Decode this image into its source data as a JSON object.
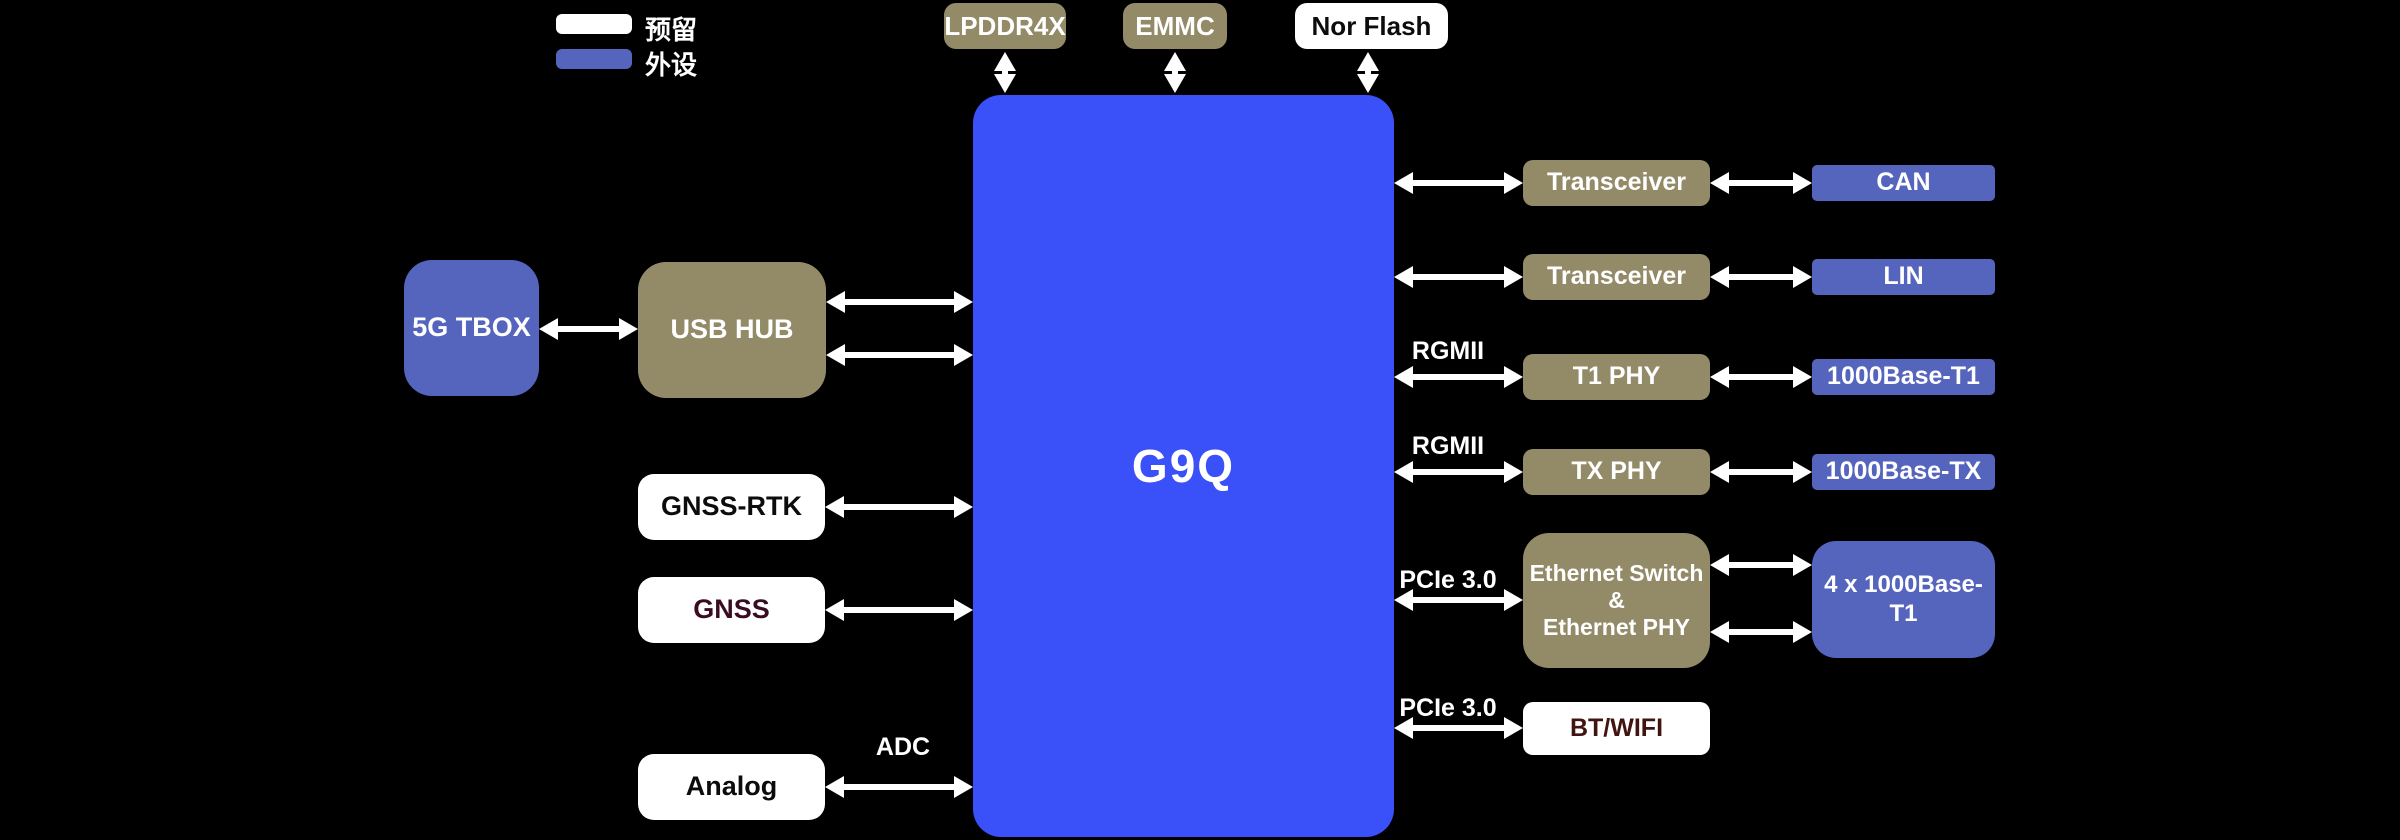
{
  "legend": {
    "reserved": "预留",
    "peripheral": "外设"
  },
  "soc": {
    "label": "G9Q"
  },
  "memory": {
    "lpddr4x": "LPDDR4X",
    "emmc": "EMMC",
    "nor_flash": "Nor Flash"
  },
  "left": {
    "tbox": "5G TBOX",
    "usb_hub": "USB HUB",
    "gnss_rtk": "GNSS-RTK",
    "gnss": "GNSS",
    "analog": "Analog",
    "adc_bus": "ADC"
  },
  "right": {
    "can_transceiver": "Transceiver",
    "can": "CAN",
    "lin_transceiver": "Transceiver",
    "lin": "LIN",
    "rgmii_t1": "RGMII",
    "t1_phy": "T1 PHY",
    "base_t1": "1000Base-T1",
    "rgmii_tx": "RGMII",
    "tx_phy": "TX PHY",
    "base_tx": "1000Base-TX",
    "pcie_eth": "PCIe 3.0",
    "eth_switch": "Ethernet Switch\n&\nEthernet PHY",
    "quad_base_t1": "4 x 1000Base-T1",
    "pcie_wifi": "PCIe 3.0",
    "bt_wifi": "BT/WIFI"
  },
  "colors": {
    "background": "#000000",
    "soc_blue": "#3a50f8",
    "peripheral_indigo": "#5565bd",
    "reserved_white": "#ffffff",
    "memory_tan": "#938a68",
    "gnss_text": "#3a0c22",
    "bt_wifi_text": "#401411",
    "arrow": "#ffffff"
  }
}
